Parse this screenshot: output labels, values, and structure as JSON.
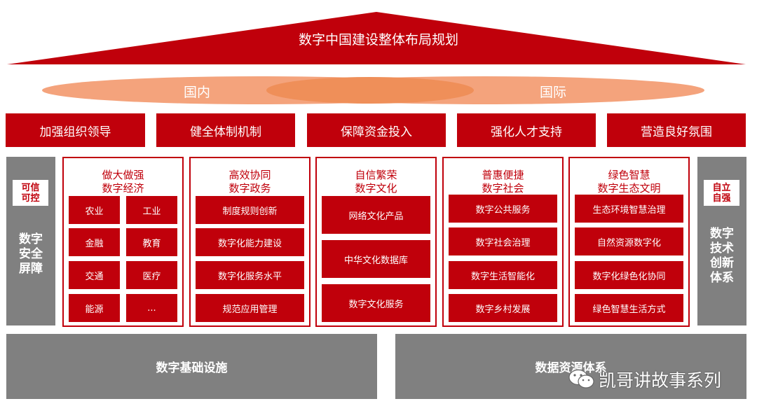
{
  "roof": {
    "title": "数字中国建设整体布局规划"
  },
  "scope": {
    "left": "国内",
    "right": "国际"
  },
  "pillars": [
    "加强组织领导",
    "健全体制机制",
    "保障资金投入",
    "强化人才支持",
    "营造良好氛围"
  ],
  "left_side": {
    "badge": "可信\n可控",
    "title": "数字\n安全\n屏障"
  },
  "right_side": {
    "badge": "自立\n自强",
    "title": "数字\n技术\n创新\n体系"
  },
  "sections": [
    {
      "title": "做大做强\n数字经济",
      "cells": [
        "农业",
        "工业",
        "金融",
        "教育",
        "交通",
        "医疗",
        "能源",
        "..."
      ]
    },
    {
      "title": "高效协同\n数字政务",
      "cells": [
        "制度规则创新",
        "数字化能力建设",
        "数字化服务水平",
        "规范应用管理"
      ]
    },
    {
      "title": "自信繁荣\n数字文化",
      "cells": [
        "网络文化产品",
        "中华文化数据库",
        "数字文化服务"
      ]
    },
    {
      "title": "普惠便捷\n数字社会",
      "cells": [
        "数字公共服务",
        "数字社会治理",
        "数字生活智能化",
        "数字乡村发展"
      ]
    },
    {
      "title": "绿色智慧\n数字生态文明",
      "cells": [
        "生态环境智慧治理",
        "自然资源数字化",
        "数字化绿色化协同",
        "绿色智慧生活方式"
      ]
    }
  ],
  "foundation": {
    "left": "数字基础设施",
    "right": "数据资源体系"
  },
  "watermark": "凯哥讲故事系列",
  "colors": {
    "red": "#c0000b",
    "gray": "#808080",
    "ellipse": "#f4a37c",
    "ellipse_overlap": "#ef8f59"
  }
}
